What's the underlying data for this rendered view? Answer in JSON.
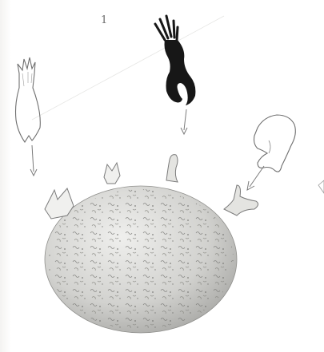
{
  "plate": {
    "number": "1",
    "colors": {
      "background": "#ffffff",
      "ink": "#6f6f6f",
      "black_form": "#171717",
      "body_light": "#e8e8e6",
      "body_dark": "#9c9c98",
      "speckle": "#7d7d7a"
    },
    "icons": [
      "arrow-down",
      "arrow-down-left"
    ]
  }
}
